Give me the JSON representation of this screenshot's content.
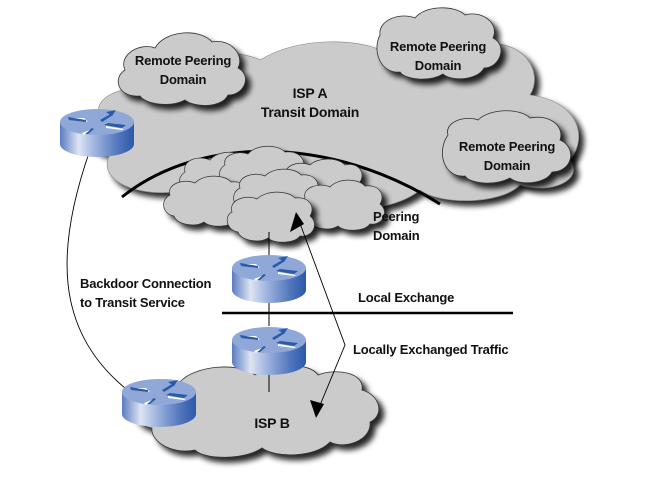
{
  "diagram": {
    "isp_a": {
      "line1": "ISP A",
      "line2": "Transit Domain"
    },
    "isp_b": {
      "label": "ISP B"
    },
    "remote_peering": [
      {
        "line1": "Remote Peering",
        "line2": "Domain"
      },
      {
        "line1": "Remote Peering",
        "line2": "Domain"
      },
      {
        "line1": "Remote Peering",
        "line2": "Domain"
      }
    ],
    "peering_domain": {
      "line1": "Peering",
      "line2": "Domain"
    },
    "backdoor": {
      "line1": "Backdoor Connection",
      "line2": "to Transit Service"
    },
    "local_exchange": {
      "label": "Local Exchange"
    },
    "local_traffic": {
      "label": "Locally Exchanged Traffic"
    },
    "colors": {
      "cloud_fill": "#cccccc",
      "cloud_shadow": "#222222",
      "router_top": "#8fa8d8",
      "router_side": "#2a5aa8",
      "line": "#000000"
    }
  }
}
